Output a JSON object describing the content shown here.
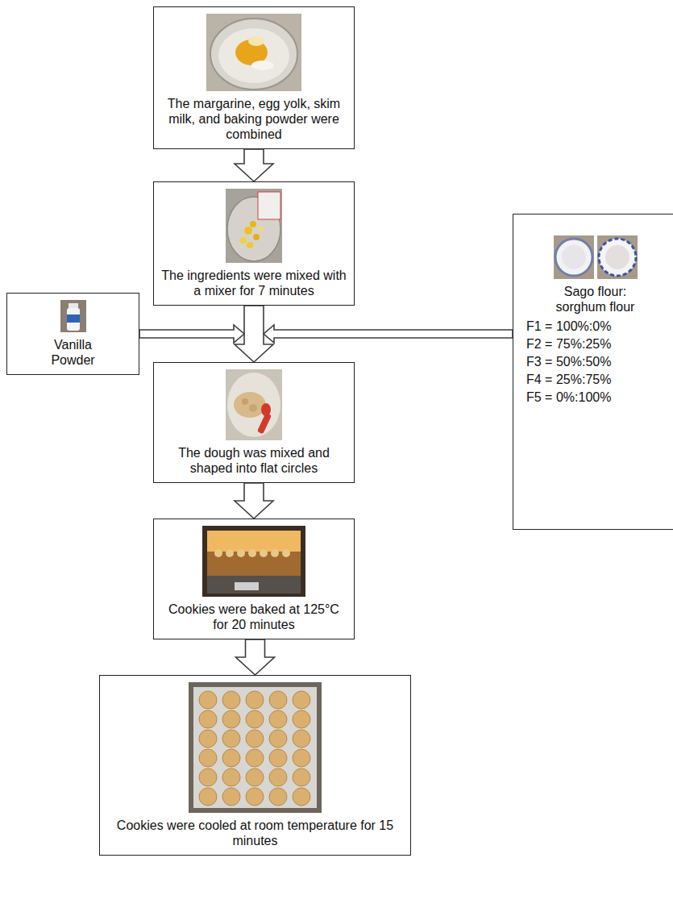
{
  "diagram": {
    "nodes": [
      {
        "text": [
          "The margarine, egg yolk, skim milk, and baking powder were combined"
        ]
      },
      {
        "text": [
          "The ingredients were mixed with a mixer for 7 minutes"
        ]
      },
      {
        "text": [
          "Vanilla Powder"
        ]
      },
      {
        "text": [
          "Sago flour: sorghum flour",
          "F1 = 100%:0%",
          "F2 = 75%:25%",
          "F3 = 50%:50%",
          "F4 = 25%:75%",
          "F5 = 0%:100%"
        ]
      },
      {
        "text": [
          "The dough was mixed and shaped into flat circles"
        ]
      },
      {
        "text": [
          "Cookies were baked at 125°C for 20 minutes"
        ]
      },
      {
        "text": [
          "Cookies were cooled at room temperature for 15 minutes"
        ]
      }
    ],
    "edges": [
      {
        "from": 0,
        "to": 1,
        "arrow": "to"
      },
      {
        "from": 1,
        "to": 4,
        "arrow": "to"
      },
      {
        "from": 2,
        "to": 4,
        "arrow": "to"
      },
      {
        "from": 3,
        "to": 4,
        "arrow": "to"
      },
      {
        "from": 4,
        "to": 5,
        "arrow": "to"
      },
      {
        "from": 5,
        "to": 6,
        "arrow": "to"
      }
    ]
  }
}
